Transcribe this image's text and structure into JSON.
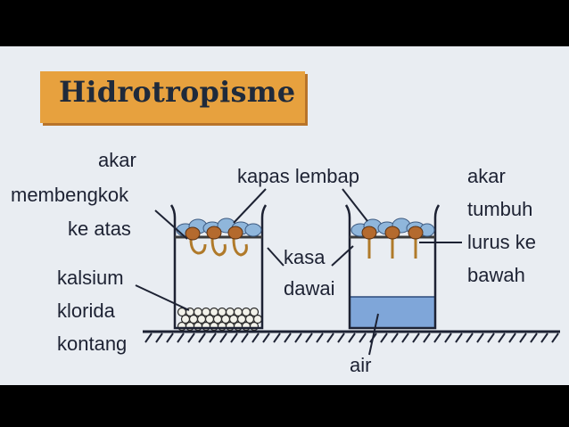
{
  "title": "Hidrotropisme",
  "labels": {
    "left_root": [
      "akar",
      "membengkok",
      "ke atas"
    ],
    "cotton": "kapas lembap",
    "right_root": [
      "akar",
      "tumbuh",
      "lurus ke",
      "bawah"
    ],
    "gauze": [
      "kasa",
      "dawai"
    ],
    "calcium": [
      "kalsium",
      "klorida",
      "kontang"
    ],
    "water": "air"
  },
  "colors": {
    "title_bg": "#e7a13e",
    "water": "#7fa6d9",
    "page_bg": "#e9edf2",
    "cotton": "#8fb6db"
  }
}
